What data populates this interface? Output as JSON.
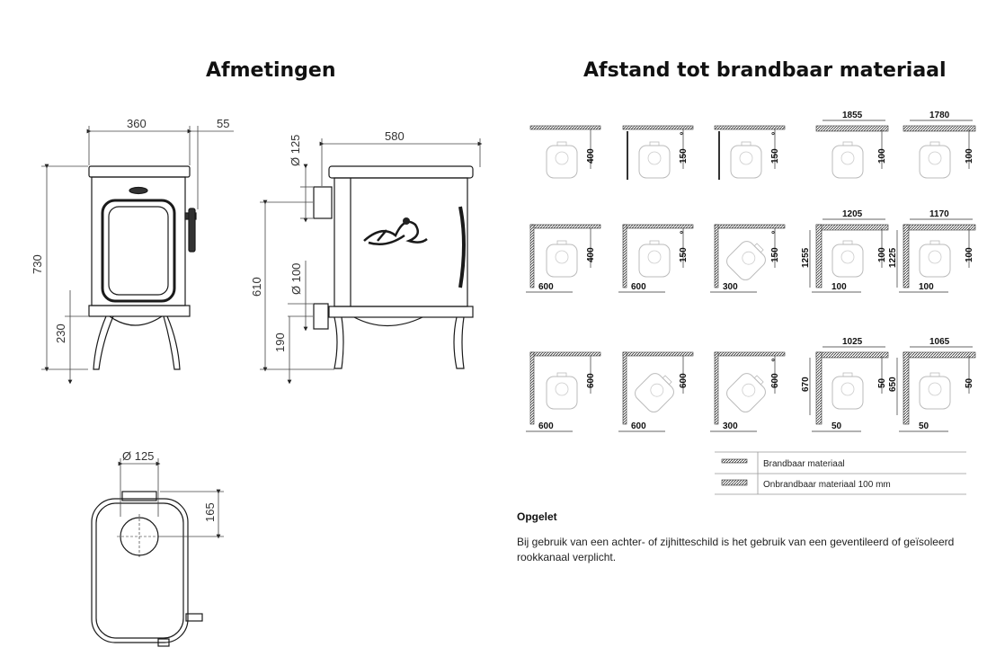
{
  "headings": {
    "dimensions": "Afmetingen",
    "clearance": "Afstand tot brandbaar materiaal"
  },
  "front_view": {
    "width": "360",
    "handle_depth": "55",
    "total_height": "730",
    "leg_height": "230"
  },
  "side_view": {
    "depth": "580",
    "flue_top": "Ø 125",
    "flue_rear": "Ø 100",
    "rear_outlet_height": "610",
    "rear_inlet_height": "190"
  },
  "top_view": {
    "flue_diameter": "Ø 125",
    "flue_offset": "165"
  },
  "clearance_diagrams": {
    "row1": [
      {
        "side": "400"
      },
      {
        "side": "150",
        "angle_mark": "°"
      },
      {
        "side": "150",
        "angle_mark": "°"
      },
      {
        "top": "1855",
        "side": "100"
      },
      {
        "top": "1780",
        "side": "100"
      }
    ],
    "row2": [
      {
        "side": "400",
        "bottom": "600"
      },
      {
        "side": "150",
        "bottom": "600",
        "angle_mark": "°"
      },
      {
        "side": "150",
        "bottom": "300",
        "angle_mark": "°"
      },
      {
        "top": "1205",
        "left": "1255",
        "side": "100",
        "bottom": "100"
      },
      {
        "top": "1170",
        "left": "1225",
        "side": "100",
        "bottom": "100"
      }
    ],
    "row3": [
      {
        "side": "600",
        "bottom": "600"
      },
      {
        "side": "600",
        "bottom": "600"
      },
      {
        "side": "600",
        "bottom": "300",
        "angle_mark": "°"
      },
      {
        "top": "1025",
        "left": "670",
        "side": "50",
        "bottom": "50"
      },
      {
        "top": "1065",
        "left": "650",
        "side": "50",
        "bottom": "50"
      }
    ]
  },
  "legend": {
    "combustible": "Brandbaar materiaal",
    "non_combustible": "Onbrandbaar materiaal 100 mm"
  },
  "note": {
    "title": "Opgelet",
    "text": "Bij gebruik van een achter- of zijhitteschild is het gebruik van een geventileerd of geïsoleerd rookkanaal verplicht."
  },
  "colors": {
    "line": "#1a1a1a",
    "wall": "#555555",
    "stove_outline": "#bbbbbb"
  }
}
